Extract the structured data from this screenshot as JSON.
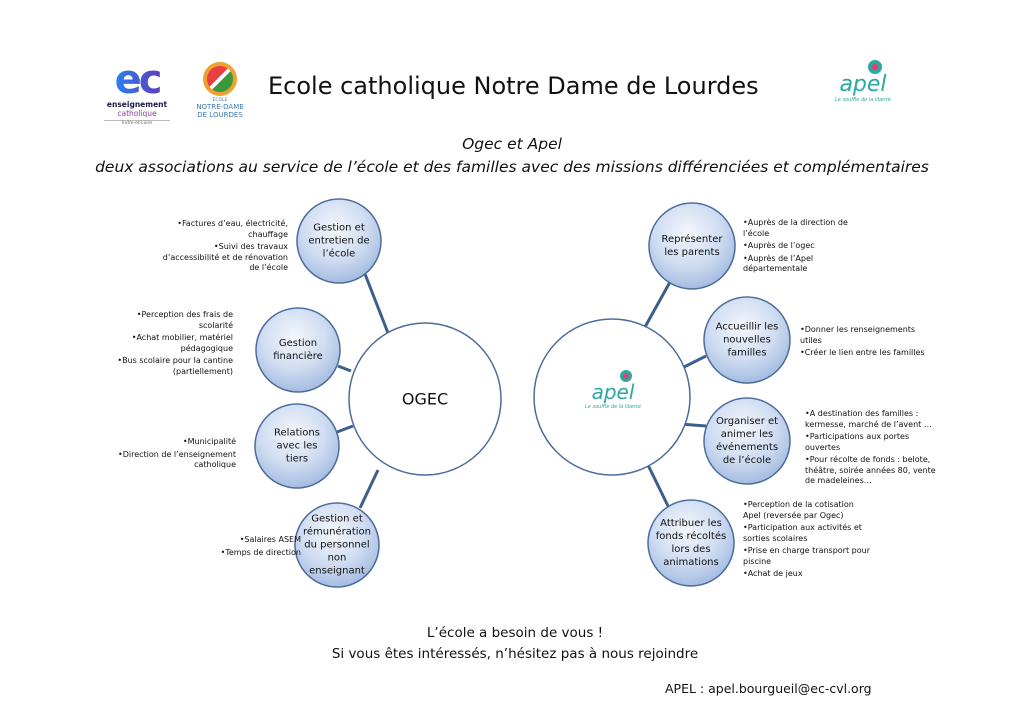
{
  "header": {
    "title": "Ecole catholique Notre Dame de Lourdes",
    "subtitle_line1": "Ogec et Apel",
    "subtitle_line2": "deux associations au service de l’école et des familles avec des missions différenciées et complémentaires"
  },
  "logos": {
    "ec": {
      "mark": "ec",
      "line1": "enseignement",
      "line2": "catholique",
      "line3": "Indre-et-Loire"
    },
    "nd": {
      "line1": "ÉCOLE",
      "line2": "NOTRE-DAME",
      "line3": "DE LOURDES"
    },
    "apel": {
      "word": "apel",
      "tagline": "Le souffle de la liberté"
    }
  },
  "ogec": {
    "label": "OGEC",
    "branches": [
      {
        "label": "Gestion et entretien de l’école",
        "items": [
          "Factures d’eau, électricité, chauffage",
          "Suivi des travaux d’accessibilité et de rénovation de l’école"
        ]
      },
      {
        "label": "Gestion financière",
        "items": [
          "Perception des frais de scolarité",
          "Achat mobilier, matériel pédagogique",
          "Bus scolaire pour la cantine (partiellement)"
        ]
      },
      {
        "label": "Relations avec les tiers",
        "items": [
          "Municipalité",
          "Direction de l’enseignement catholique"
        ]
      },
      {
        "label": "Gestion et rémunération du personnel non enseignant",
        "items": [
          "Salaires ASEM",
          "Temps de direction"
        ]
      }
    ]
  },
  "apel": {
    "branches": [
      {
        "label": "Représenter les parents",
        "items": [
          "Auprès de la direction de l’école",
          "Auprès de l’ogec",
          "Auprès de l’Apel départementale"
        ]
      },
      {
        "label": "Accueillir les nouvelles familles",
        "items": [
          "Donner les renseignements utiles",
          "Créer le lien entre les familles"
        ]
      },
      {
        "label": "Organiser et animer les événements de l’école",
        "items": [
          "A destination des familles : kermesse, marché de l’avent …",
          "Participations aux portes ouvertes",
          "Pour récolte de fonds : belote, théâtre, soirée années 80, vente de madeleines…"
        ]
      },
      {
        "label": "Attribuer les fonds récoltés lors des animations",
        "items": [
          "Perception de la cotisation Apel (reversée par Ogec)",
          "Participation aux activités et sorties scolaires",
          "Prise en charge transport pour piscine",
          "Achat de jeux"
        ]
      }
    ]
  },
  "footer": {
    "line1": "L’école a besoin de vous !",
    "line2": "Si vous êtes intéressés, n’hésitez pas à nous rejoindre",
    "email": "APEL : apel.bourgueil@ec-cvl.org"
  },
  "colors": {
    "circle_stroke": "#4a6d9c",
    "line": "#3d5f8c",
    "circle_light": "#f2f6fc",
    "circle_dark": "#a8c0e4",
    "apel_teal": "#2aa9a0"
  }
}
